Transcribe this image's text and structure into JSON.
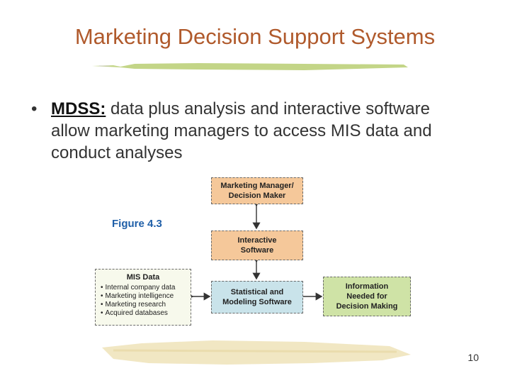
{
  "slide": {
    "title": "Marketing Decision Support Systems",
    "bullet": {
      "term": "MDSS:",
      "text": " data plus analysis and interactive software allow marketing managers to access MIS data and conduct analyses"
    },
    "page_number": "10"
  },
  "figure": {
    "label": "Figure 4.3",
    "boxes": {
      "manager": [
        "Marketing Manager/",
        "Decision Maker"
      ],
      "interactive": [
        "Interactive",
        "Software"
      ],
      "statistical": [
        "Statistical and",
        "Modeling Software"
      ],
      "information": [
        "Information",
        "Needed for",
        "Decision Making"
      ]
    },
    "mis_data": {
      "title": "MIS Data",
      "items": [
        "Internal company data",
        "Marketing intelligence",
        "Marketing research",
        "Acquired databases"
      ]
    },
    "colors": {
      "orange": "#f5c89a",
      "blue": "#c9e3ea",
      "green": "#cfe3a6",
      "title": "#b05a2c",
      "figure_label": "#1f5fa8"
    }
  }
}
